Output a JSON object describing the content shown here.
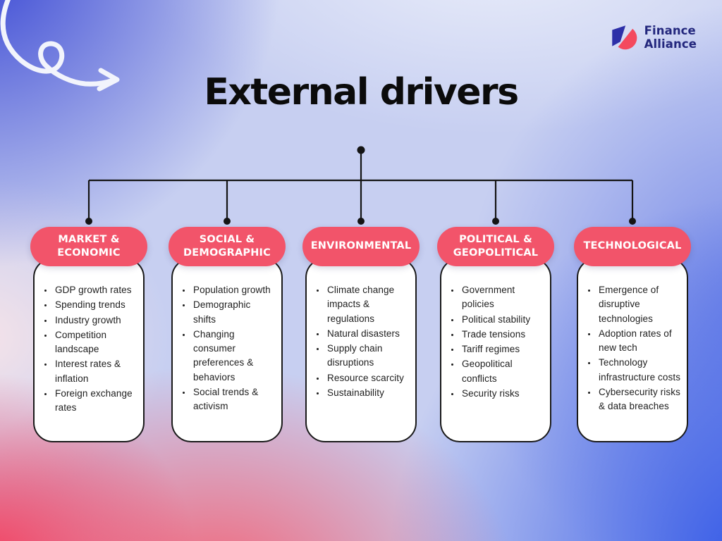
{
  "title": "External drivers",
  "logo": {
    "line1": "Finance",
    "line2": "Alliance"
  },
  "colors": {
    "pill": "#f2546a",
    "pill_text": "#ffffff",
    "card_bg": "#ffffff",
    "card_border": "#1a1a1a",
    "connector": "#141414",
    "title_text": "#0b0b0b",
    "body_text": "#1e1e1e",
    "logo_navy": "#23277d",
    "logo_pink": "#f4495e",
    "logo_blue": "#2d2fa8",
    "doodle": "#f2f4fc",
    "bg_blue_tl": "#3b49d4",
    "bg_blue_br": "#2f55e6",
    "bg_red_bl": "#f43f5e"
  },
  "columns": [
    {
      "header": "MARKET & ECONOMIC",
      "items": [
        "GDP growth rates",
        "Spending trends",
        "Industry growth",
        "Competition landscape",
        "Interest rates & inflation",
        "Foreign exchange rates"
      ]
    },
    {
      "header": "SOCIAL & DEMOGRAPHIC",
      "items": [
        "Population growth",
        "Demographic shifts",
        "Changing consumer preferences & behaviors",
        "Social trends & activism"
      ]
    },
    {
      "header": "ENVIRONMENTAL",
      "items": [
        "Climate change impacts & regulations",
        "Natural disasters",
        "Supply chain disruptions",
        "Resource scarcity",
        "Sustainability"
      ]
    },
    {
      "header": "POLITICAL & GEOPOLITICAL",
      "items": [
        "Government policies",
        "Political stability",
        "Trade tensions",
        "Tariff regimes",
        "Geopolitical conflicts",
        "Security risks"
      ]
    },
    {
      "header": "TECHNOLOGICAL",
      "items": [
        "Emergence of disruptive technologies",
        "Adoption rates of new tech",
        "Technology infrastructure costs",
        "Cybersecurity risks & data breaches"
      ]
    }
  ]
}
